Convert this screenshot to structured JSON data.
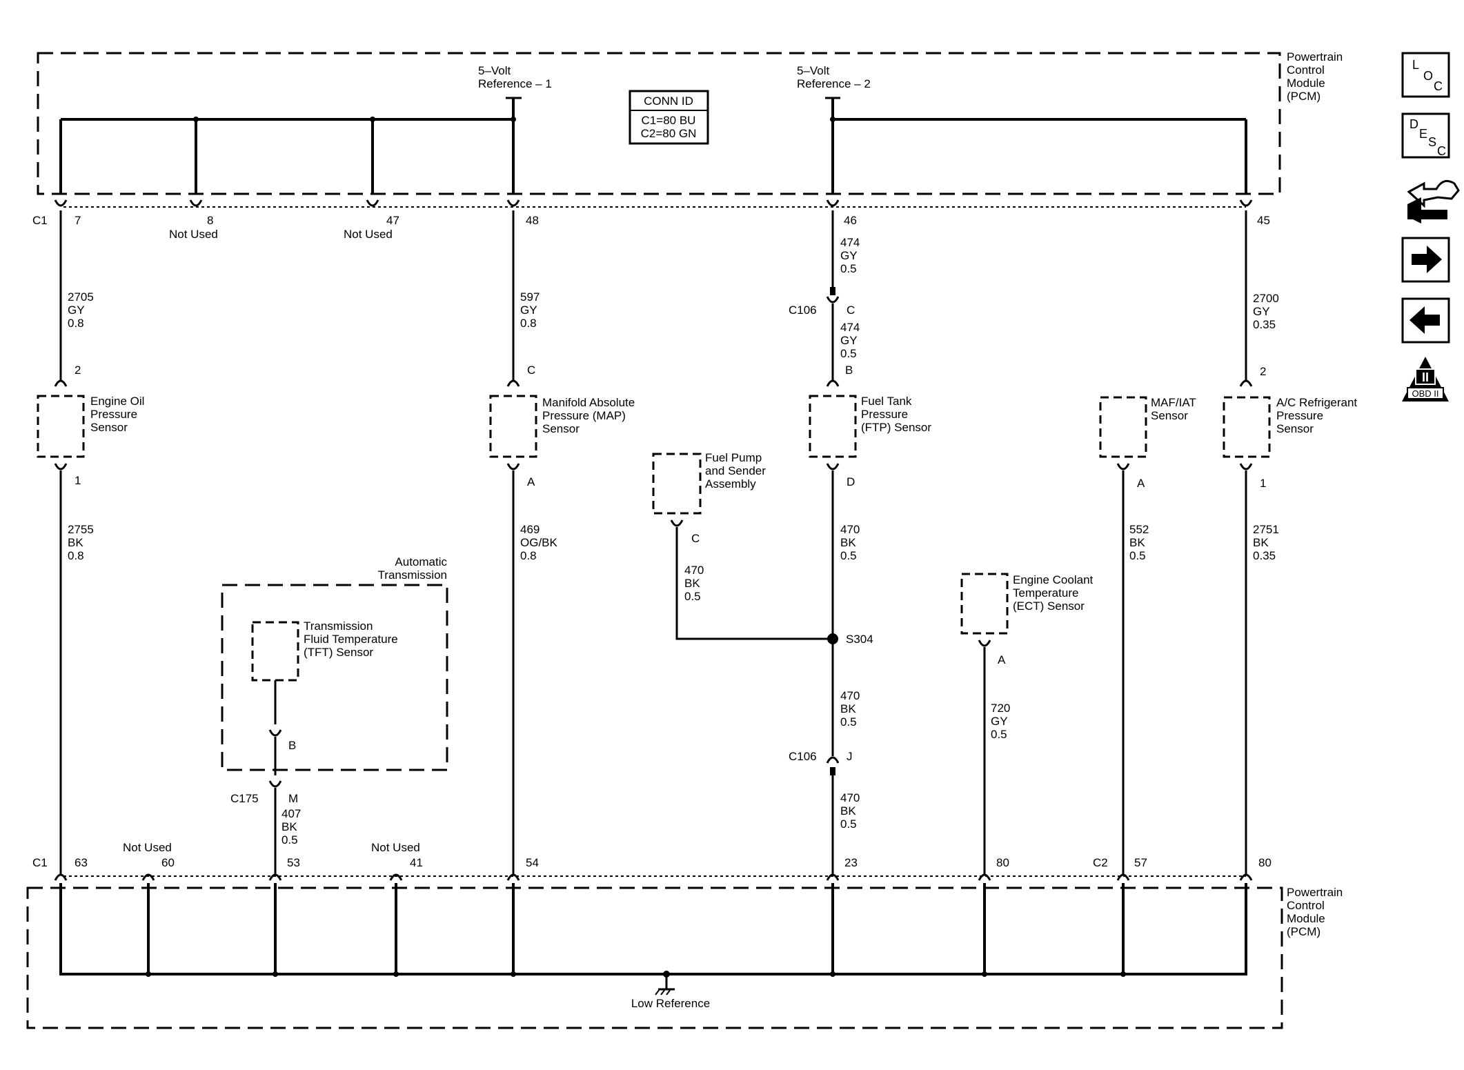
{
  "pcm": {
    "line1": "Powertrain",
    "line2": "Control",
    "line3": "Module",
    "line4": "(PCM)"
  },
  "conn_id": {
    "title": "CONN ID",
    "c1": "C1=80 BU",
    "c2": "C2=80 GN"
  },
  "ref1": {
    "line1": "5–Volt",
    "line2": "Reference – 1"
  },
  "ref2": {
    "line1": "5–Volt",
    "line2": "Reference – 2"
  },
  "low_reference": "Low Reference",
  "not_used": "Not Used",
  "connectors": {
    "c1": "C1",
    "c2": "C2",
    "c106": "C106",
    "c175": "C175",
    "s304": "S304"
  },
  "top_pins": {
    "p7": "7",
    "p8": "8",
    "p47": "47",
    "p48": "48",
    "p46": "46",
    "p45": "45"
  },
  "bottom_pins": {
    "p63": "63",
    "p60": "60",
    "p53": "53",
    "p41": "41",
    "p54": "54",
    "p23": "23",
    "p80a": "80",
    "p57": "57",
    "p80b": "80"
  },
  "wires": {
    "w2705": {
      "num": "2705",
      "color": "GY",
      "size": "0.8"
    },
    "w597": {
      "num": "597",
      "color": "GY",
      "size": "0.8"
    },
    "w474a": {
      "num": "474",
      "color": "GY",
      "size": "0.5"
    },
    "w474b": {
      "num": "474",
      "color": "GY",
      "size": "0.5"
    },
    "w2700": {
      "num": "2700",
      "color": "GY",
      "size": "0.35"
    },
    "w2755": {
      "num": "2755",
      "color": "BK",
      "size": "0.8"
    },
    "w469": {
      "num": "469",
      "color": "OG/BK",
      "size": "0.8"
    },
    "w470pump": {
      "num": "470",
      "color": "BK",
      "size": "0.5"
    },
    "w470a": {
      "num": "470",
      "color": "BK",
      "size": "0.5"
    },
    "w470b": {
      "num": "470",
      "color": "BK",
      "size": "0.5"
    },
    "w470c": {
      "num": "470",
      "color": "BK",
      "size": "0.5"
    },
    "w552": {
      "num": "552",
      "color": "BK",
      "size": "0.5"
    },
    "w2751": {
      "num": "2751",
      "color": "BK",
      "size": "0.35"
    },
    "w720": {
      "num": "720",
      "color": "GY",
      "size": "0.5"
    },
    "w407": {
      "num": "407",
      "color": "BK",
      "size": "0.5"
    }
  },
  "sensor_pins": {
    "eop_top": "2",
    "eop_bot": "1",
    "map_top": "C",
    "map_bot": "A",
    "c106_top": "C",
    "ftp_top": "B",
    "ftp_bot": "D",
    "pump": "C",
    "c106_bot": "J",
    "maf": "A",
    "ac_top": "2",
    "ac_bot": "1",
    "ect": "A",
    "tft": "B",
    "c175": "M"
  },
  "sensors": {
    "eop": {
      "line1": "Engine Oil",
      "line2": "Pressure",
      "line3": "Sensor"
    },
    "map": {
      "line1": "Manifold Absolute",
      "line2": "Pressure (MAP)",
      "line3": "Sensor"
    },
    "ftp": {
      "line1": "Fuel Tank",
      "line2": "Pressure",
      "line3": "(FTP) Sensor"
    },
    "maf": {
      "line1": "MAF/IAT",
      "line2": "Sensor"
    },
    "ac": {
      "line1": "A/C Refrigerant",
      "line2": "Pressure",
      "line3": "Sensor"
    },
    "pump": {
      "line1": "Fuel Pump",
      "line2": "and Sender",
      "line3": "Assembly"
    },
    "ect": {
      "line1": "Engine Coolant",
      "line2": "Temperature",
      "line3": "(ECT) Sensor"
    },
    "tft": {
      "line1": "Transmission",
      "line2": "Fluid Temperature",
      "line3": "(TFT) Sensor"
    }
  },
  "auto_trans": {
    "line1": "Automatic",
    "line2": "Transmission"
  },
  "side_nav": {
    "loc": {
      "l": "L",
      "o": "O",
      "c": "C"
    },
    "desc": {
      "d": "D",
      "e": "E",
      "s": "S",
      "c": "C"
    },
    "obd": "OBD II",
    "obd_roman": "II",
    "icons": [
      "location-icon",
      "description-icon",
      "schematic-tool-icon",
      "next-arrow-icon",
      "previous-arrow-icon",
      "obd-ii-icon"
    ]
  }
}
